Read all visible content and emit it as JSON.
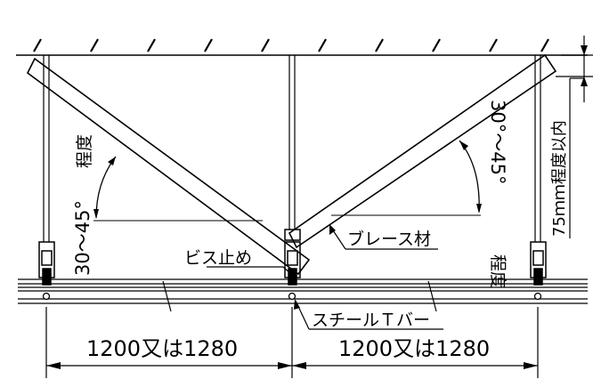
{
  "labels": {
    "angle_left": "30～45°",
    "degree_left": "程度",
    "angle_right": "30°～45°",
    "degree_right": "程度",
    "screw_stop": "ビス止め",
    "brace": "ブレース材",
    "steel_t_bar": "スチールＴバー",
    "clearance": "75ｍｍ程度以内",
    "span_left": "1200又は1280",
    "span_right": "1200又は1280"
  },
  "colors": {
    "line": "#000000",
    "background": "#ffffff"
  }
}
